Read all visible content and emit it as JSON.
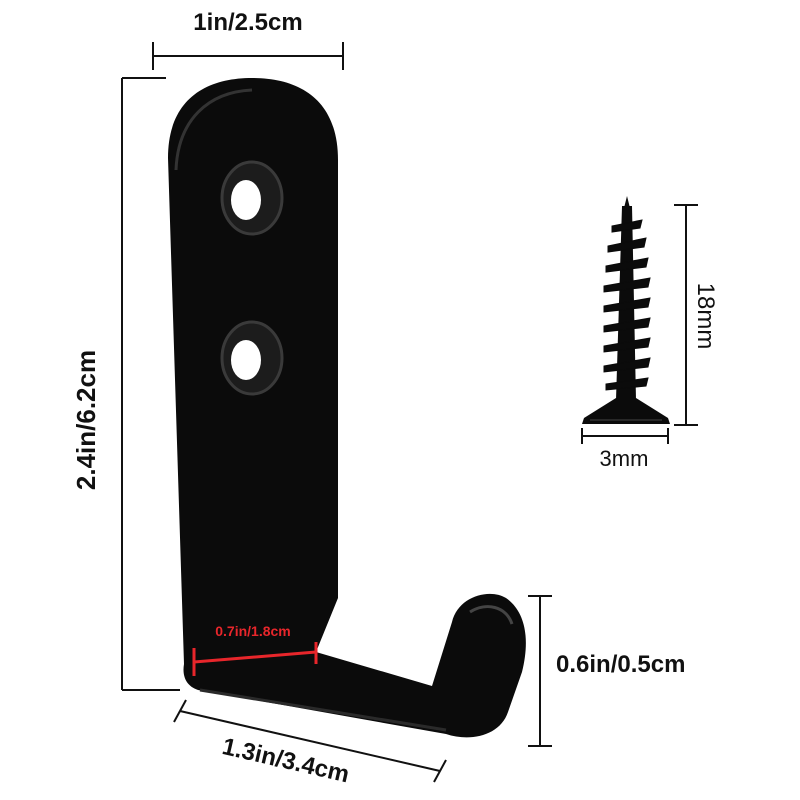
{
  "dimensions": {
    "top_width": "1in/2.5cm",
    "height": "2.4in/6.2cm",
    "inner_width": "0.7in/1.8cm",
    "depth": "1.3in/3.4cm",
    "lip_height": "0.6in/0.5cm",
    "screw_length": "18mm",
    "screw_diameter": "3mm"
  },
  "colors": {
    "hook": "#0b0b0b",
    "hook_highlight": "#2c2c2c",
    "dimension_line": "#111111",
    "accent_red": "#e8262b",
    "background": "#ffffff"
  },
  "icons": {
    "hook": "wall-hook-icon",
    "screw": "screw-icon"
  }
}
